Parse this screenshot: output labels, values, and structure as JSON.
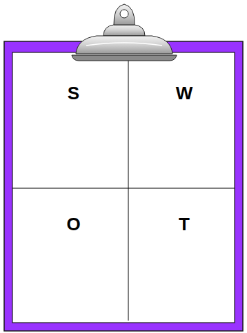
{
  "diagram": {
    "nodes": [
      {
        "text": [
          "S"
        ]
      },
      {
        "text": [
          "W"
        ]
      },
      {
        "text": [
          "O"
        ]
      },
      {
        "text": [
          "T"
        ]
      }
    ]
  }
}
